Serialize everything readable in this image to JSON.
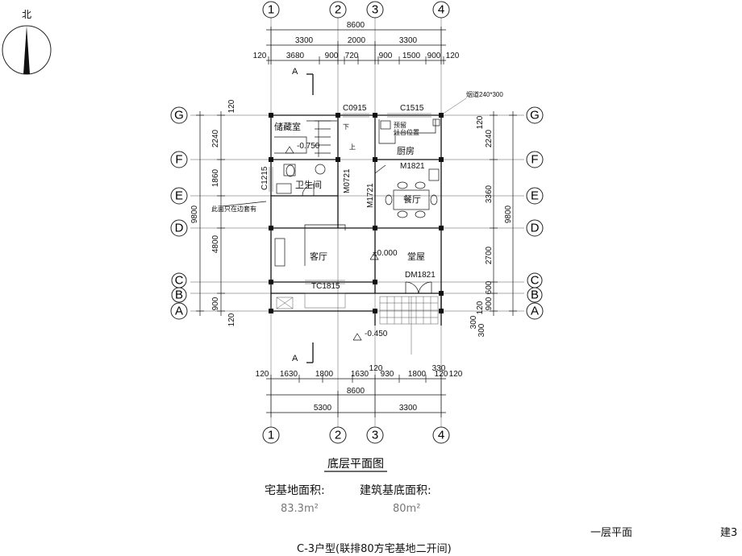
{
  "north": {
    "label": "北"
  },
  "axes": {
    "top": [
      "1",
      "2",
      "3",
      "4"
    ],
    "bottom": [
      "1",
      "2",
      "3",
      "4"
    ],
    "left": [
      "G",
      "F",
      "E",
      "D",
      "C",
      "B",
      "A"
    ],
    "right": [
      "G",
      "F",
      "E",
      "D",
      "C",
      "B",
      "A"
    ]
  },
  "dims": {
    "top_total": "8600",
    "top_row1": [
      "3300",
      "2000",
      "3300"
    ],
    "top_row2": [
      "120",
      "3680",
      "900",
      "720",
      "900",
      "1500",
      "900",
      "120"
    ],
    "bottom_row1": [
      "120",
      "1630",
      "1800",
      "1630",
      "120",
      "930",
      "1800",
      "120",
      "120"
    ],
    "bottom_extra": [
      "330"
    ],
    "bottom_total": "8600",
    "bottom_row3": [
      "5300",
      "3300"
    ],
    "left_outer": [
      "9800"
    ],
    "left_inner": [
      "120",
      "2240",
      "1860",
      "4800",
      "900",
      "120"
    ],
    "right_inner": [
      "120",
      "2240",
      "3360",
      "2700",
      "600",
      "900",
      "120"
    ],
    "right_outer": [
      "9800"
    ],
    "right_lower": [
      "120",
      "300",
      "300"
    ]
  },
  "rooms": {
    "storage": "储藏室",
    "kitchen": "厨房",
    "bathroom": "卫生间",
    "dining": "餐厅",
    "living": "客厅",
    "hall": "堂屋"
  },
  "labels": {
    "c0915": "C0915",
    "c1515": "C1515",
    "chimney": "烟道240*300",
    "m1821": "M1821",
    "m0721": "M0721",
    "m1721": "M1721",
    "c1215": "C1215",
    "tc1815": "TC1815",
    "dm1821": "DM1821",
    "elev_storage": "-0.750",
    "elev_main": "±0.000",
    "elev_out": "-0.450",
    "stair_down": "下",
    "stair_up": "上",
    "section_a": "A",
    "kitchen_note1": "预留",
    "kitchen_note2": "灶台位置",
    "wall_note": "此面只在边套有"
  },
  "text": {
    "plan_title": "底层平面图",
    "site_area_label": "宅基地面积:",
    "building_area_label": "建筑基底面积:",
    "site_area_value": "83.3m²",
    "building_area_value": "80m²",
    "bottom_caption": "C-3户型(联排80方宅基地二开间)",
    "right_label_1": "一层平面",
    "right_label_2": "建3"
  },
  "colors": {
    "line": "#111111",
    "background": "#ffffff"
  }
}
